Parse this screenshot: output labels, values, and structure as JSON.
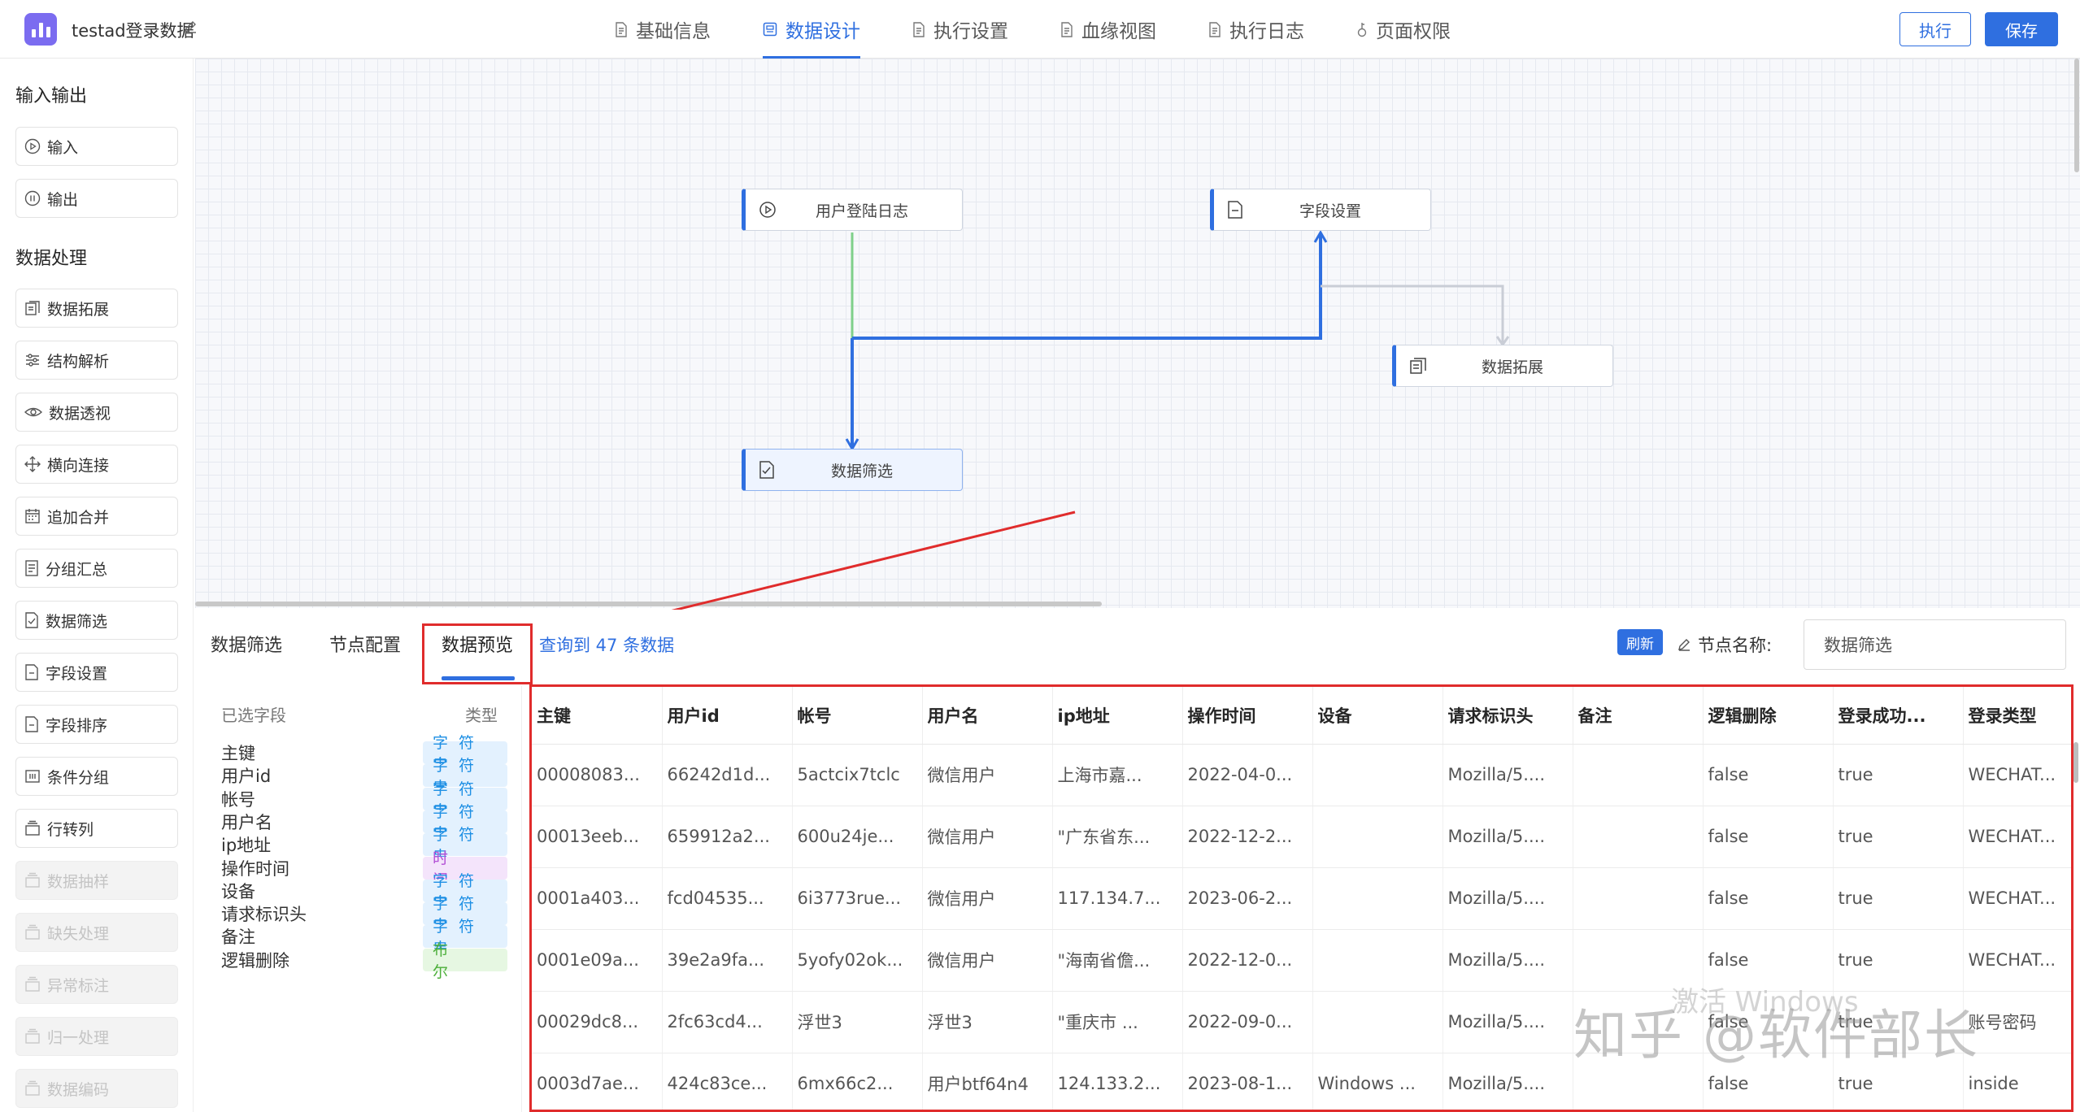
{
  "app": {
    "title": "testad登录数据"
  },
  "nav": {
    "tabs": [
      {
        "label": "基础信息",
        "icon": "doc-icon"
      },
      {
        "label": "数据设计",
        "icon": "design-icon"
      },
      {
        "label": "执行设置",
        "icon": "doc-icon"
      },
      {
        "label": "血缘视图",
        "icon": "doc-icon"
      },
      {
        "label": "执行日志",
        "icon": "doc-icon"
      },
      {
        "label": "页面权限",
        "icon": "lock-icon"
      }
    ],
    "active": "数据设计"
  },
  "actions": {
    "execute": "执行",
    "save": "保存"
  },
  "sidebar": {
    "io_title": "输入输出",
    "io_items": [
      "输入",
      "输出"
    ],
    "proc_title": "数据处理",
    "proc_items": [
      "数据拓展",
      "结构解析",
      "数据透视",
      "横向连接",
      "追加合并",
      "分组汇总",
      "数据筛选",
      "字段设置",
      "字段排序",
      "条件分组",
      "行转列"
    ],
    "disabled_items": [
      "数据抽样",
      "缺失处理",
      "异常标注",
      "归一处理",
      "数据编码"
    ]
  },
  "canvas": {
    "nodes": {
      "login_log": "用户登陆日志",
      "field_settings": "字段设置",
      "data_expand": "数据拓展",
      "data_filter": "数据筛选"
    }
  },
  "panel": {
    "tabs": [
      "数据筛选",
      "节点配置",
      "数据预览"
    ],
    "active_tab": "数据预览",
    "query_text": "查询到 47 条数据",
    "refresh": "刷新",
    "node_name_label": "节点名称:",
    "node_name_value": "数据筛选"
  },
  "fields": {
    "header": {
      "name": "已选字段",
      "type": "类型"
    },
    "rows": [
      {
        "name": "主键",
        "type": "字符串",
        "kind": "str"
      },
      {
        "name": "用户id",
        "type": "字符串",
        "kind": "str"
      },
      {
        "name": "帐号",
        "type": "字符串",
        "kind": "str"
      },
      {
        "name": "用户名",
        "type": "字符串",
        "kind": "str"
      },
      {
        "name": "ip地址",
        "type": "字符串",
        "kind": "str"
      },
      {
        "name": "操作时间",
        "type": "时间",
        "kind": "time"
      },
      {
        "name": "设备",
        "type": "字符串",
        "kind": "str"
      },
      {
        "name": "请求标识头",
        "type": "字符串",
        "kind": "str"
      },
      {
        "name": "备注",
        "type": "字符串",
        "kind": "str"
      },
      {
        "name": "逻辑删除",
        "type": "布尔",
        "kind": "bool"
      }
    ]
  },
  "table": {
    "columns": [
      "主键",
      "用户id",
      "帐号",
      "用户名",
      "ip地址",
      "操作时间",
      "设备",
      "请求标识头",
      "备注",
      "逻辑删除",
      "登录成功...",
      "登录类型"
    ],
    "rows": [
      [
        "00008083...",
        "66242d1d...",
        "5actcix7tclc",
        "微信用户",
        "上海市嘉...",
        "2022-04-0...",
        "",
        "Mozilla/5....",
        "",
        "false",
        "true",
        "WECHAT..."
      ],
      [
        "00013eeb...",
        "659912a2...",
        "600u24je...",
        "微信用户",
        "\"广东省东...",
        "2022-12-2...",
        "",
        "Mozilla/5....",
        "",
        "false",
        "true",
        "WECHAT..."
      ],
      [
        "0001a403...",
        "fcd04535...",
        "6i3773rue...",
        "微信用户",
        "117.134.7...",
        "2023-06-2...",
        "",
        "Mozilla/5....",
        "",
        "false",
        "true",
        "WECHAT..."
      ],
      [
        "0001e09a...",
        "39e2a9fa...",
        "5yofy02ok...",
        "微信用户",
        "\"海南省儋...",
        "2022-12-0...",
        "",
        "Mozilla/5....",
        "",
        "false",
        "true",
        "WECHAT..."
      ],
      [
        "00029dc8...",
        "2fc63cd4...",
        "浮世3",
        "浮世3",
        "\"重庆市 ...",
        "2022-09-0...",
        "",
        "Mozilla/5....",
        "",
        "false",
        "true",
        "账号密码"
      ],
      [
        "0003d7ae...",
        "424c83ce...",
        "6mx66c2...",
        "用户btf64n4",
        "124.133.2...",
        "2023-08-1...",
        "Windows ...",
        "Mozilla/5....",
        "",
        "false",
        "true",
        "inside"
      ]
    ]
  },
  "watermark": {
    "text": "知乎 @软件部长",
    "os_notice": "激活 Windows"
  },
  "colors": {
    "accent": "#2f6fe0",
    "highlight": "#e02c2c",
    "edge_green": "#7fd08a"
  }
}
